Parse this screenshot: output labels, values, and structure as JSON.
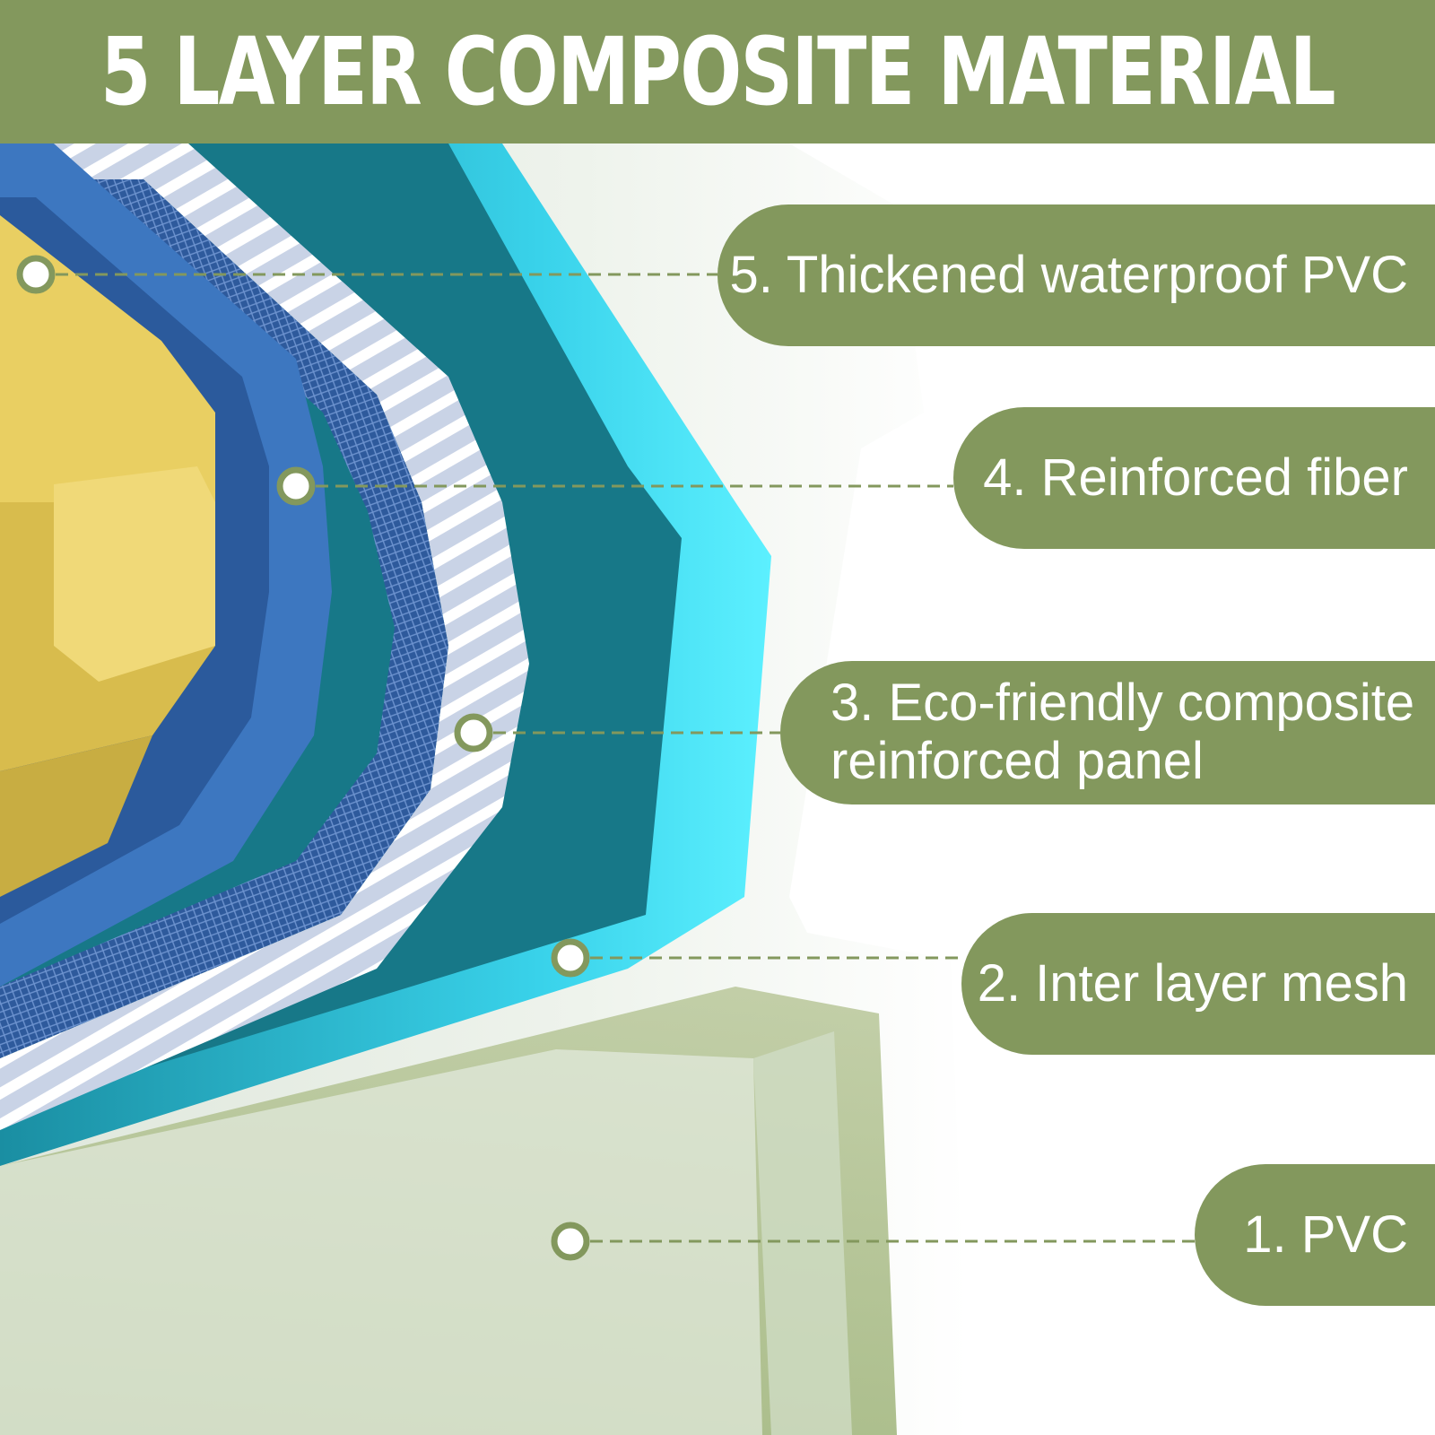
{
  "header": {
    "title": "5 LAYER COMPOSITE MATERIAL"
  },
  "colors": {
    "brand_green": "#83985d",
    "white": "#ffffff",
    "yellow_box": "#e7cc5e",
    "dark_blue": "#3f78c0",
    "cyan": "#38d6ec",
    "mesh_blue": "#355fa3"
  },
  "layers": [
    {
      "label": "5. Thickened waterproof PVC"
    },
    {
      "label": "4. Reinforced fiber"
    },
    {
      "label_line1": "3. Eco-friendly composite",
      "label_line2": "reinforced panel"
    },
    {
      "label": "2. Inter layer mesh"
    },
    {
      "label": "1. PVC"
    }
  ]
}
